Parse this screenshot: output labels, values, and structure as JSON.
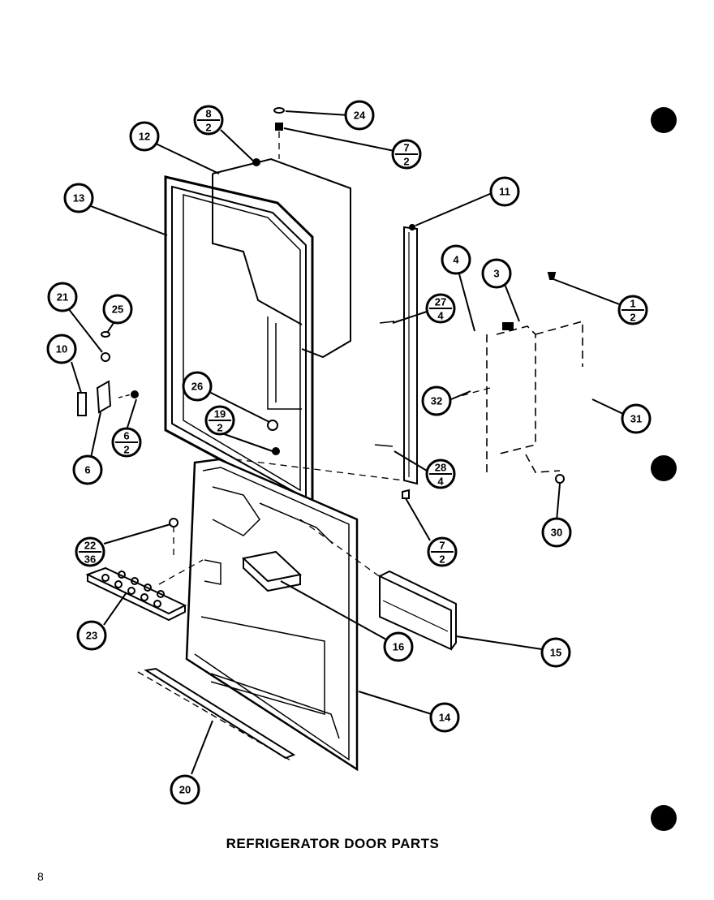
{
  "title": "REFRIGERATOR DOOR PARTS",
  "page_number": "8",
  "callouts": [
    {
      "id": "c12",
      "single": "12"
    },
    {
      "id": "c13",
      "single": "13"
    },
    {
      "id": "c8-2",
      "top": "8",
      "bottom": "2"
    },
    {
      "id": "c24",
      "single": "24"
    },
    {
      "id": "c7-2-top",
      "top": "7",
      "bottom": "2"
    },
    {
      "id": "c11",
      "single": "11"
    },
    {
      "id": "c4",
      "single": "4"
    },
    {
      "id": "c3",
      "single": "3"
    },
    {
      "id": "c1-2",
      "top": "1",
      "bottom": "2"
    },
    {
      "id": "c21",
      "single": "21"
    },
    {
      "id": "c25",
      "single": "25"
    },
    {
      "id": "c10",
      "single": "10"
    },
    {
      "id": "c27-4",
      "top": "27",
      "bottom": "4"
    },
    {
      "id": "c26",
      "single": "26"
    },
    {
      "id": "c32",
      "single": "32"
    },
    {
      "id": "c31",
      "single": "31"
    },
    {
      "id": "c6-2",
      "top": "6",
      "bottom": "2"
    },
    {
      "id": "c19-2",
      "top": "19",
      "bottom": "2"
    },
    {
      "id": "c6",
      "single": "6"
    },
    {
      "id": "c28-4",
      "top": "28",
      "bottom": "4"
    },
    {
      "id": "c30",
      "single": "30"
    },
    {
      "id": "c7-2-bot",
      "top": "7",
      "bottom": "2"
    },
    {
      "id": "c22-36",
      "top": "22",
      "bottom": "36"
    },
    {
      "id": "c23",
      "single": "23"
    },
    {
      "id": "c16",
      "single": "16"
    },
    {
      "id": "c15",
      "single": "15"
    },
    {
      "id": "c14",
      "single": "14"
    },
    {
      "id": "c20",
      "single": "20"
    }
  ]
}
